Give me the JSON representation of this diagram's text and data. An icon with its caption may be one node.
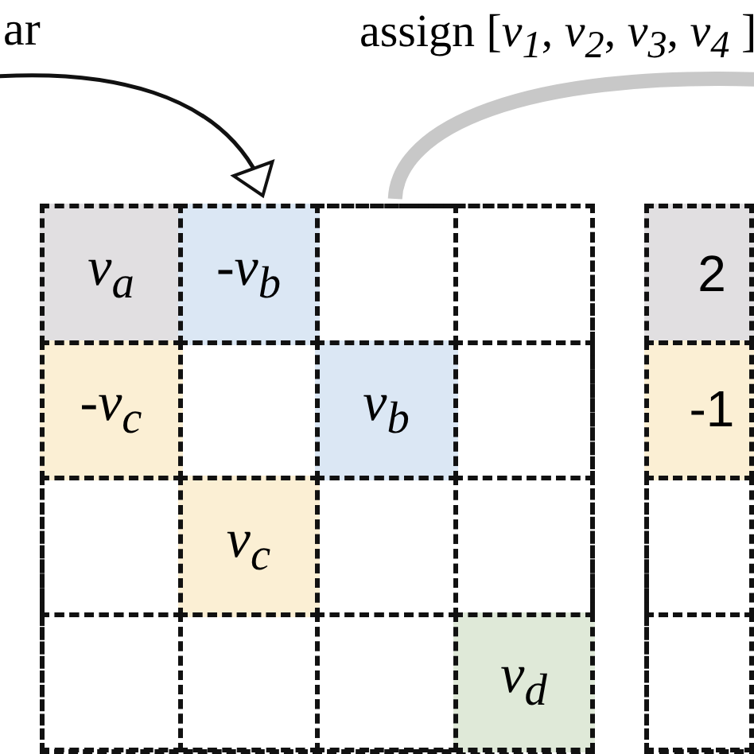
{
  "diagram": {
    "nodes": [
      {
        "text": [
          "ar"
        ]
      },
      {
        "text": [],
        "shape": "box"
      },
      {
        "text": [
          "*v*$_{a}$"
        ],
        "in": 1
      },
      {
        "text": [
          "-*v*$_{b}$"
        ],
        "in": 1
      },
      {
        "text": [],
        "shape": "box",
        "in": 1
      },
      {
        "text": [],
        "shape": "box",
        "in": 1
      },
      {
        "text": [
          "-*v*$_{c}$"
        ],
        "in": 1
      },
      {
        "text": [],
        "shape": "box",
        "in": 1
      },
      {
        "text": [
          "*v*$_{b}$"
        ],
        "in": 1
      },
      {
        "text": [],
        "shape": "box",
        "in": 1
      },
      {
        "text": [],
        "shape": "box",
        "in": 1
      },
      {
        "text": [
          "*v*$_{c}$"
        ],
        "in": 1
      },
      {
        "text": [],
        "shape": "box",
        "in": 1
      },
      {
        "text": [],
        "shape": "box",
        "in": 1
      },
      {
        "text": [],
        "shape": "box",
        "in": 1
      },
      {
        "text": [],
        "shape": "box",
        "in": 1
      },
      {
        "text": [],
        "shape": "box",
        "in": 1
      },
      {
        "text": [
          "*v*$_{d}$"
        ],
        "in": 1
      },
      {
        "text": [],
        "shape": "box"
      },
      {
        "text": [
          "2"
        ],
        "in": 18
      },
      {
        "text": [
          "-1"
        ],
        "in": 18
      },
      {
        "text": [],
        "shape": "box",
        "in": 18
      },
      {
        "text": [],
        "shape": "box",
        "in": 18
      }
    ],
    "edges": [
      {
        "from": 0,
        "to": 3,
        "arrow": "to"
      },
      {
        "from": 1,
        "to": null,
        "arrow": "none",
        "label": "assign [*v*$_{1}$, *v*$_{2}$, *v*$_{3}$, *v*$_{4}$ ]",
        "style": "thick",
        "color": "#c8c8c8"
      }
    ]
  }
}
